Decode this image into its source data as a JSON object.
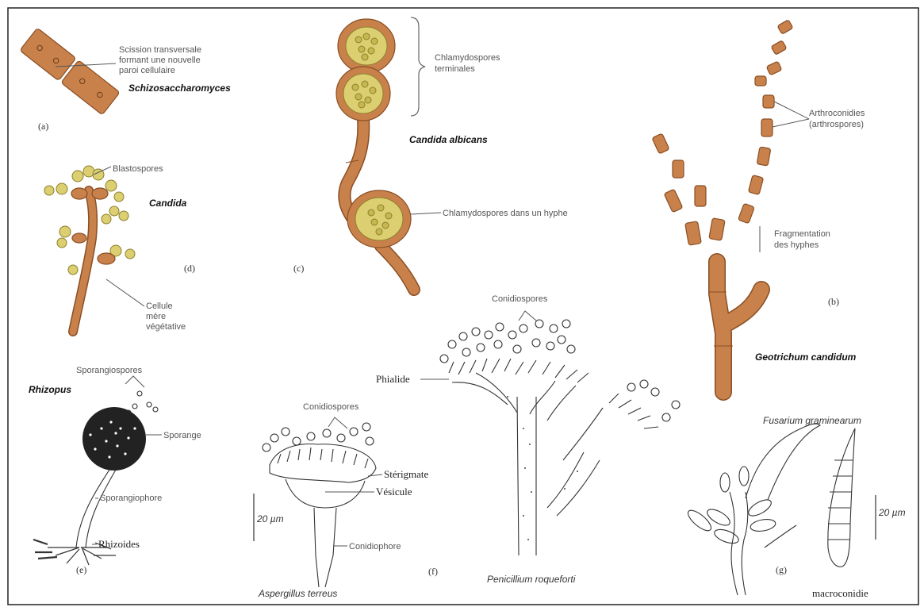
{
  "panels": {
    "a": {
      "tag": "(a)",
      "species": "Schizosaccharomyces",
      "label_lines": [
        "Scission transversale",
        "formant une nouvelle",
        "paroi cellulaire"
      ]
    },
    "c": {
      "tag": "(c)",
      "species": "Candida albicans",
      "label_terminal_lines": [
        "Chlamydospores",
        "terminales"
      ],
      "label_hyphal": "Chlamydospores dans un hyphe"
    },
    "b": {
      "tag": "(b)",
      "species": "Geotrichum candidum",
      "label_arthro_lines": [
        "Arthroconidies",
        "(arthrospores)"
      ],
      "label_frag_lines": [
        "Fragmentation",
        "des hyphes"
      ]
    },
    "d": {
      "tag": "(d)",
      "species": "Candida",
      "label_blasto": "Blastospores",
      "label_cell_lines": [
        "Cellule",
        "mère",
        "végétative"
      ]
    },
    "e": {
      "tag": "(e)",
      "species": "Rhizopus",
      "label_sporangiospores": "Sporangiospores",
      "label_sporange": "Sporange",
      "label_sporangiophore": "Sporangiophore",
      "label_rhizoides": "Rhizoides"
    },
    "f": {
      "tag": "(f)",
      "species_aspergillus": "Aspergillus terreus",
      "label_conidiospores": "Conidiospores",
      "label_sterigmate": "Stérigmate",
      "label_vesicule": "Vésicule",
      "label_conidiophore": "Conidiophore",
      "scale_label": "20 µm",
      "species_penicillium": "Penicillium roqueforti",
      "label_conidiospores_pen": "Conidiospores",
      "label_phialide": "Phialide"
    },
    "g": {
      "tag": "(g)",
      "species": "Fusarium graminearum",
      "label_macro": "macroconidie",
      "scale_label": "20 µm"
    }
  },
  "colors": {
    "cell_fill": "#c8814b",
    "cell_stroke": "#8a4f24",
    "spore_fill": "#dccf72",
    "ink": "#333333"
  }
}
